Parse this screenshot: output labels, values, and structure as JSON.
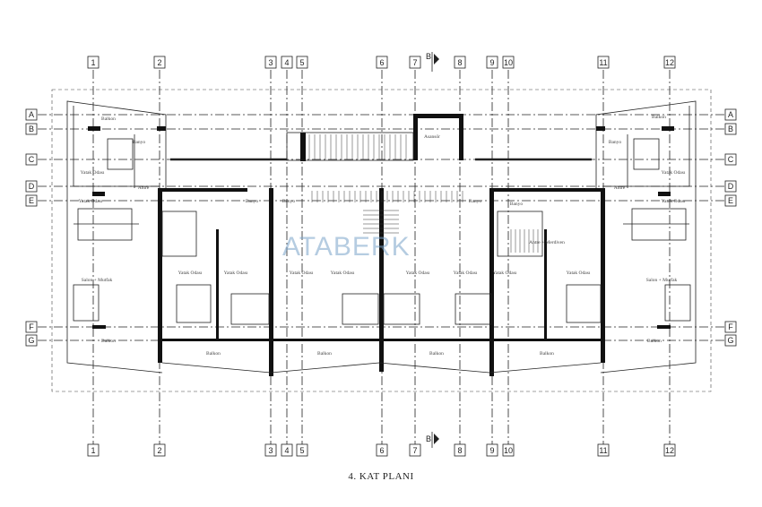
{
  "title": "4. KAT PLANI",
  "watermark": "ATABERK",
  "section_marker": "B",
  "grid_columns": [
    "1",
    "2",
    "3",
    "4",
    "5",
    "6",
    "7",
    "8",
    "9",
    "10",
    "11",
    "12"
  ],
  "grid_rows": [
    "A",
    "B",
    "C",
    "D",
    "E",
    "F",
    "G"
  ],
  "rooms": [
    {
      "name": "Balkon"
    },
    {
      "name": "Banyo"
    },
    {
      "name": "Yatak Odası"
    },
    {
      "name": "Antre"
    },
    {
      "name": "Yatak Odası"
    },
    {
      "name": "Salon + Mutfak"
    },
    {
      "name": "Balkon"
    },
    {
      "name": "Yatak Odası"
    },
    {
      "name": "Yatak Odası"
    },
    {
      "name": "Banyo"
    },
    {
      "name": "Banyo"
    },
    {
      "name": "Yatak Odası"
    },
    {
      "name": "Yatak Odası"
    },
    {
      "name": "Yatak Odası"
    },
    {
      "name": "Yatak Odası"
    },
    {
      "name": "Asansör"
    },
    {
      "name": "Balkon"
    },
    {
      "name": "Balkon"
    },
    {
      "name": "Balkon"
    },
    {
      "name": "Balkon"
    },
    {
      "name": "Banyo"
    },
    {
      "name": "Banyo"
    },
    {
      "name": "Antre + Merdiven"
    },
    {
      "name": "Yatak Odası"
    },
    {
      "name": "Yatak Odası"
    },
    {
      "name": "Balkon"
    },
    {
      "name": "Banyo"
    },
    {
      "name": "Yatak Odası"
    },
    {
      "name": "Antre"
    },
    {
      "name": "Yatak Odası"
    },
    {
      "name": "Salon + Mutfak"
    },
    {
      "name": "Balkon"
    }
  ],
  "colors": {
    "lines": "#222222",
    "walls": "#111111",
    "watermark": "#7aa4c9"
  }
}
